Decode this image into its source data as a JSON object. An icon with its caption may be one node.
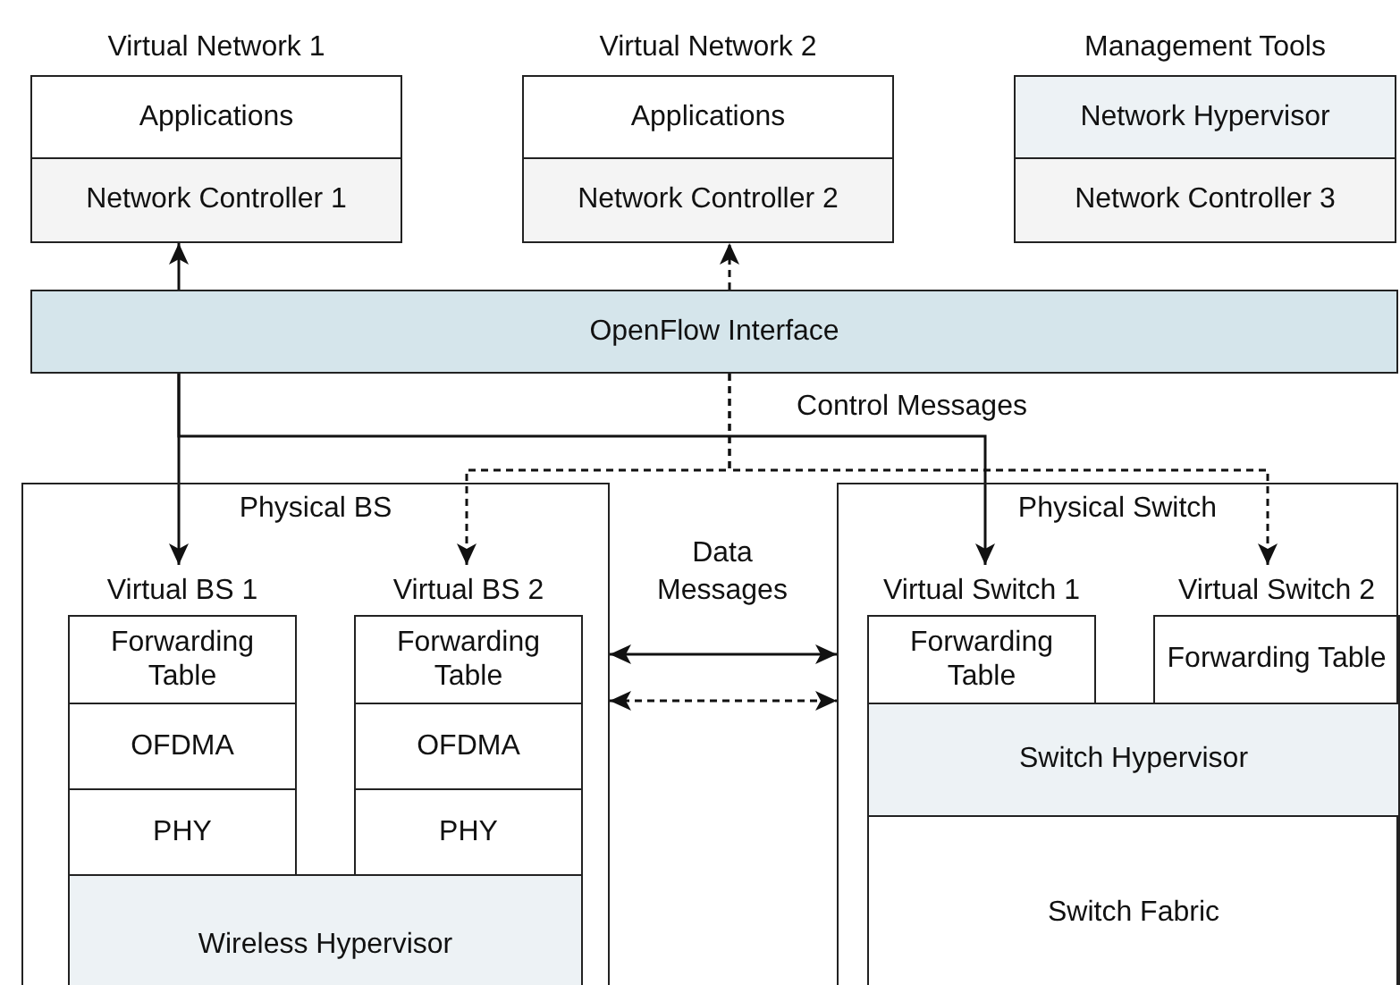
{
  "diagram": {
    "nodes": [
      {
        "text": [
          "Virtual Network 1"
        ]
      },
      {
        "text": [
          "Applications"
        ],
        "in": 0
      },
      {
        "text": [
          "Network Controller 1"
        ],
        "in": 0
      },
      {
        "text": [
          "Virtual Network 2"
        ]
      },
      {
        "text": [
          "Applications"
        ],
        "in": 3
      },
      {
        "text": [
          "Network Controller 2"
        ],
        "in": 3
      },
      {
        "text": [
          "Management Tools"
        ]
      },
      {
        "text": [
          "Network Hypervisor"
        ],
        "in": 6
      },
      {
        "text": [
          "Network Controller 3"
        ],
        "in": 6
      },
      {
        "text": [
          "OpenFlow Interface"
        ]
      },
      {
        "text": [
          "Physical BS"
        ]
      },
      {
        "text": [
          "Virtual BS 1"
        ],
        "in": 10
      },
      {
        "text": [
          "Forwarding Table"
        ],
        "in": 11
      },
      {
        "text": [
          "OFDMA"
        ],
        "in": 11
      },
      {
        "text": [
          "PHY"
        ],
        "in": 11
      },
      {
        "text": [
          "Virtual BS 2"
        ],
        "in": 10
      },
      {
        "text": [
          "Forwarding Table"
        ],
        "in": 15
      },
      {
        "text": [
          "OFDMA"
        ],
        "in": 15
      },
      {
        "text": [
          "PHY"
        ],
        "in": 15
      },
      {
        "text": [
          "Wireless Hypervisor"
        ],
        "in": 10
      },
      {
        "text": [
          "Physical Switch"
        ]
      },
      {
        "text": [
          "Virtual Switch 1"
        ],
        "in": 20
      },
      {
        "text": [
          "Forwarding Table"
        ],
        "in": 21
      },
      {
        "text": [
          "Virtual Switch 2"
        ],
        "in": 20
      },
      {
        "text": [
          "Forwarding Table"
        ],
        "in": 23
      },
      {
        "text": [
          "Switch Hypervisor"
        ],
        "in": 20
      },
      {
        "text": [
          "Switch Fabric"
        ],
        "in": 20
      }
    ],
    "edges": [
      {
        "from": 9,
        "to": 2,
        "arrow": "to"
      },
      {
        "from": 9,
        "to": 11,
        "arrow": "to"
      },
      {
        "from": 9,
        "to": 21,
        "arrow": "to"
      },
      {
        "from": 9,
        "to": 5,
        "arrow": "to",
        "style": "dashed"
      },
      {
        "from": 9,
        "to": 15,
        "arrow": "to",
        "style": "dashed"
      },
      {
        "from": 9,
        "to": 23,
        "arrow": "to",
        "style": "dashed"
      },
      {
        "from": 10,
        "to": 20,
        "arrow": "both"
      },
      {
        "from": 10,
        "to": 20,
        "arrow": "both",
        "style": "dashed"
      }
    ],
    "labels": [
      "Control Messages",
      "Data Messages"
    ]
  }
}
